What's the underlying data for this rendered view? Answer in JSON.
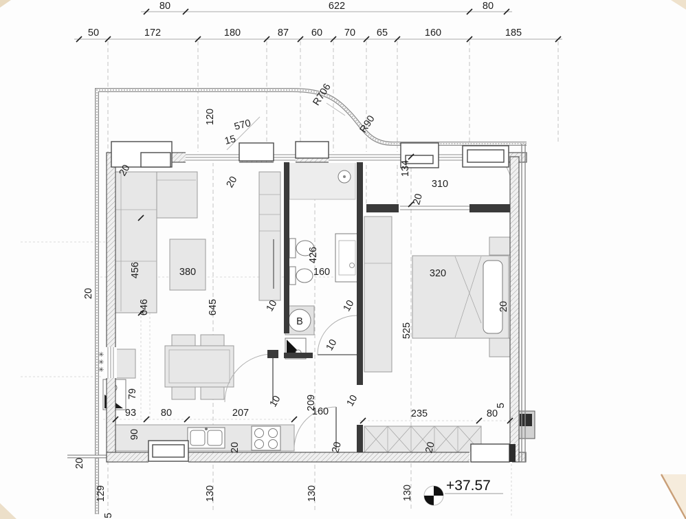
{
  "drawing": {
    "kind": "apartment floor plan",
    "level_mark": "+37.57",
    "boiler": "B",
    "radii": {
      "big": "R706",
      "small": "R90"
    },
    "top_row1": [
      "80",
      "622",
      "80"
    ],
    "top_row2": [
      "50",
      "172",
      "180",
      "87",
      "60",
      "70",
      "65",
      "160",
      "185"
    ],
    "balcony": {
      "d120": "120",
      "d570": "570",
      "d15": "15"
    },
    "living": {
      "w20a": "20",
      "w20b": "20",
      "d456": "456",
      "d646": "646",
      "d645": "645",
      "table": "380",
      "cab10": "10",
      "left20": "20"
    },
    "kitchen": {
      "d79": "79",
      "d93": "93",
      "d80": "80",
      "d207": "207",
      "d90": "90",
      "d20": "20",
      "d10": "10"
    },
    "bath": {
      "d426": "426",
      "d160": "160",
      "d10a": "10",
      "d10b": "10"
    },
    "hall": {
      "d134": "134",
      "d310": "310",
      "d20": "20",
      "d209": "209",
      "d160": "160",
      "d10": "10",
      "d20b": "20",
      "d20c": "20"
    },
    "bedroom": {
      "bed": "320",
      "d525": "525",
      "d20": "20",
      "d235": "235",
      "d80": "80",
      "d5": "5"
    },
    "bottom": {
      "d129": "129",
      "d130a": "130",
      "d130b": "130",
      "d130c": "130",
      "d20": "20",
      "d5": "5"
    }
  }
}
